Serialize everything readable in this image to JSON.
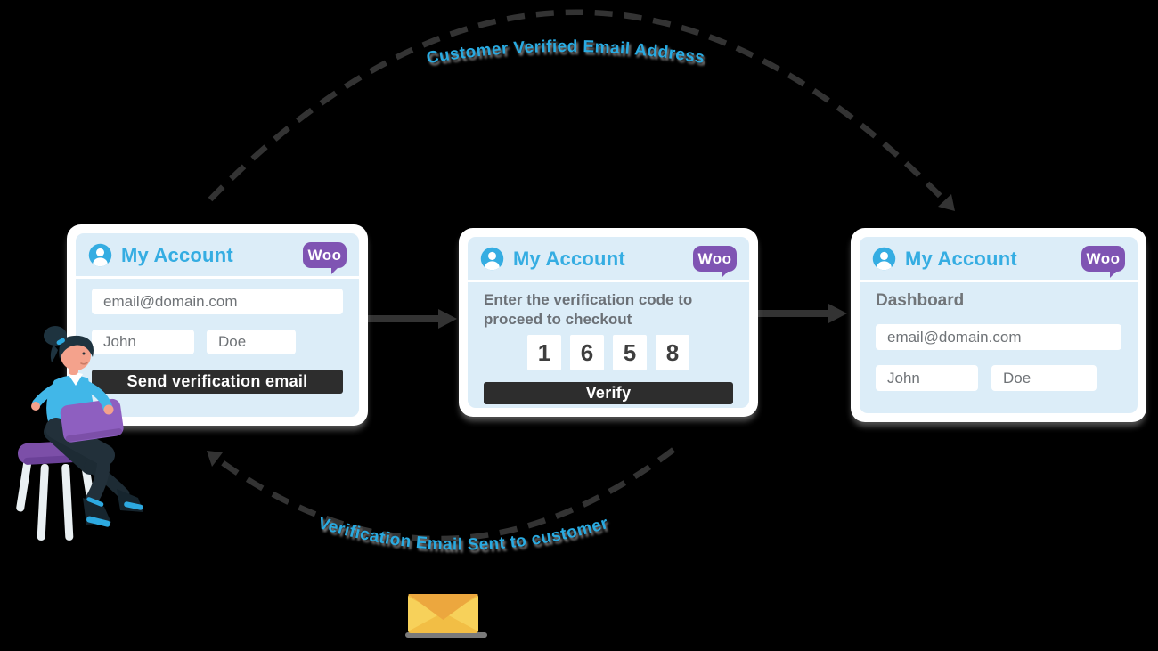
{
  "background": "#000000",
  "colors": {
    "accent_blue": "#35ADE2",
    "curved_label_blue": "#29ABE2",
    "woo_purple": "#7F54B3",
    "card_panel_blue": "#DCEDF8",
    "button_dark": "#2D2D2D",
    "arrow_gray": "#333333",
    "envelope_yellow": "#F2BE45"
  },
  "flow": {
    "top_arc_label": "Customer Verified Email Address",
    "bottom_arc_label": "Verification Email Sent to customer"
  },
  "cards": {
    "signup": {
      "title": "My Account",
      "logo_text": "Woo",
      "email_value": "email@domain.com",
      "first_name_value": "John",
      "last_name_value": "Doe",
      "submit_label": "Send verification email"
    },
    "verify": {
      "title": "My Account",
      "logo_text": "Woo",
      "instruction": "Enter the verification code to proceed to checkout",
      "code_digits": [
        "1",
        "6",
        "5",
        "8"
      ],
      "submit_label": "Verify"
    },
    "dashboard": {
      "title": "My Account",
      "logo_text": "Woo",
      "section_label": "Dashboard",
      "email_value": "email@domain.com",
      "first_name_value": "John",
      "last_name_value": "Doe"
    }
  }
}
